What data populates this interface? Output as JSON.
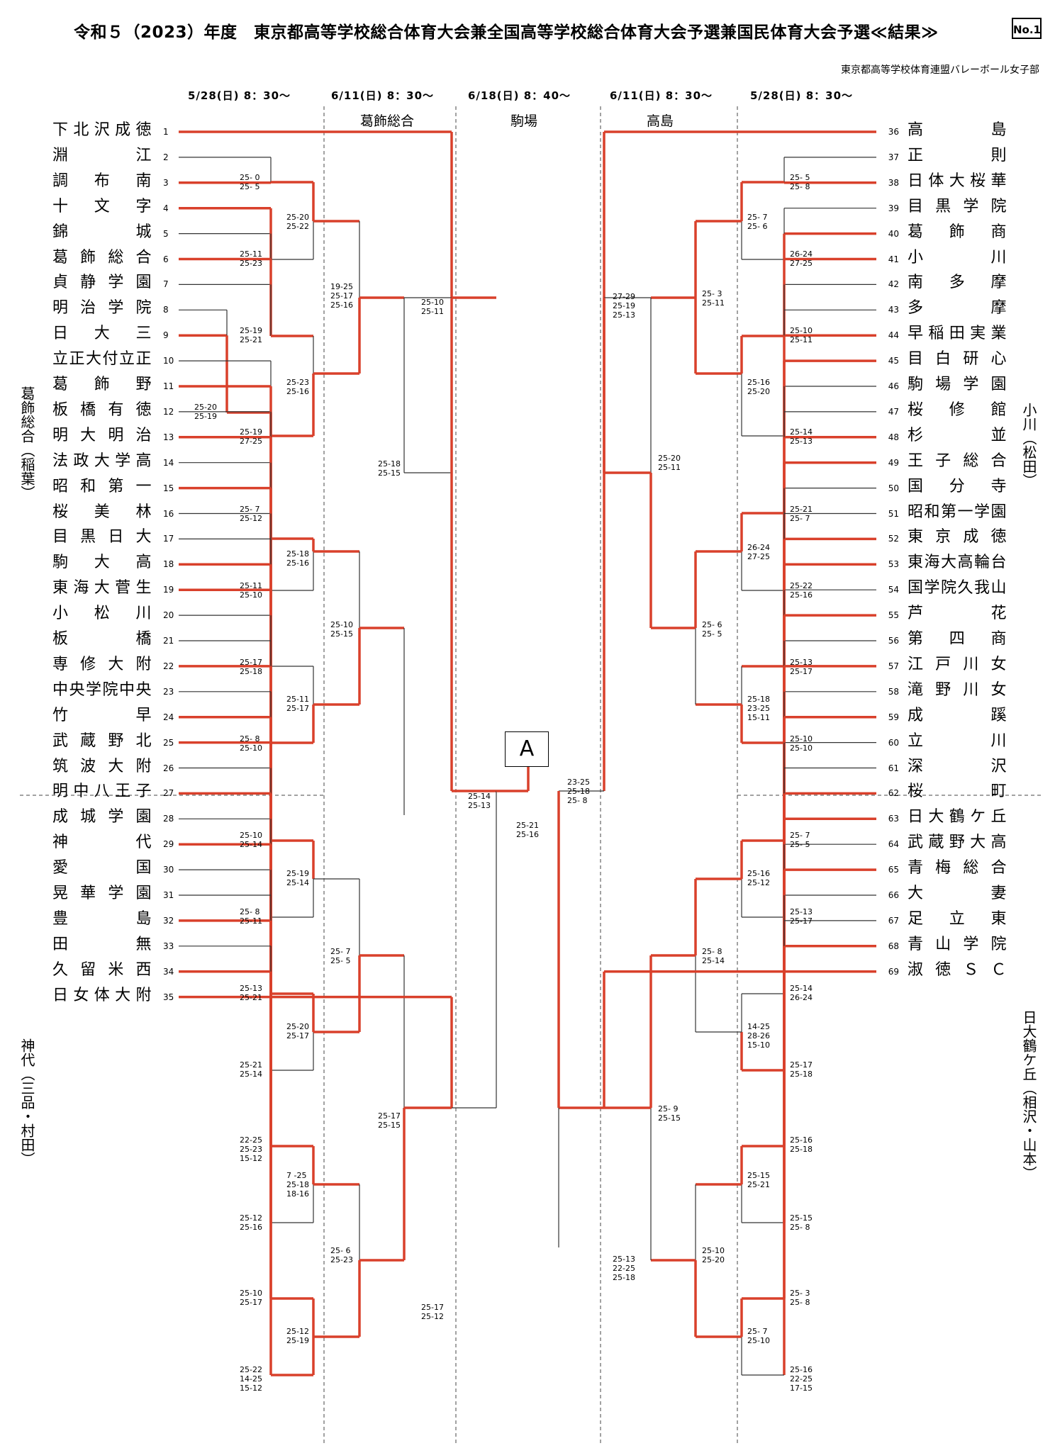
{
  "header": {
    "title": "令和５（2023）年度　東京都高等学校総合体育大会兼全国高等学校総合体育大会予選兼国民体育大会予選≪結果≫",
    "page_no": "No.1",
    "organizer": "東京都高等学校体育連盟バレーボール女子部"
  },
  "dates": [
    "5/28(日) 8：30～",
    "6/11(日) 8：30～",
    "6/18(日) 8：40～",
    "6/11(日) 8：30～",
    "5/28(日) 8：30～"
  ],
  "venues": [
    "葛飾総合",
    "駒場",
    "高島"
  ],
  "final_box": "A",
  "side_labels": {
    "left_top": "葛飾総合（稲葉）",
    "left_bottom": "神代（三品・村田）",
    "right_top": "小川（松田）",
    "right_bottom": "日大鶴ケ丘（相沢・山本）"
  },
  "left_teams": [
    {
      "no": "1",
      "name": "下北沢成徳"
    },
    {
      "no": "2",
      "name": "淵江"
    },
    {
      "no": "3",
      "name": "調布南"
    },
    {
      "no": "4",
      "name": "十文字"
    },
    {
      "no": "5",
      "name": "錦城"
    },
    {
      "no": "6",
      "name": "葛飾総合"
    },
    {
      "no": "7",
      "name": "貞静学園"
    },
    {
      "no": "8",
      "name": "明治学院"
    },
    {
      "no": "9",
      "name": "日大三"
    },
    {
      "no": "10",
      "name": "立正大付立正"
    },
    {
      "no": "11",
      "name": "葛飾野"
    },
    {
      "no": "12",
      "name": "板橋有徳"
    },
    {
      "no": "13",
      "name": "明大明治"
    },
    {
      "no": "14",
      "name": "法政大学高"
    },
    {
      "no": "15",
      "name": "昭和第一"
    },
    {
      "no": "16",
      "name": "桜美林"
    },
    {
      "no": "17",
      "name": "目黒日大"
    },
    {
      "no": "18",
      "name": "駒大高"
    },
    {
      "no": "19",
      "name": "東海大菅生"
    },
    {
      "no": "20",
      "name": "小松川"
    },
    {
      "no": "21",
      "name": "板橋"
    },
    {
      "no": "22",
      "name": "専修大附"
    },
    {
      "no": "23",
      "name": "中央学院中央"
    },
    {
      "no": "24",
      "name": "竹早"
    },
    {
      "no": "25",
      "name": "武蔵野北"
    },
    {
      "no": "26",
      "name": "筑波大附"
    },
    {
      "no": "27",
      "name": "明中八王子"
    },
    {
      "no": "28",
      "name": "成城学園"
    },
    {
      "no": "29",
      "name": "神代"
    },
    {
      "no": "30",
      "name": "愛国"
    },
    {
      "no": "31",
      "name": "晃華学園"
    },
    {
      "no": "32",
      "name": "豊島"
    },
    {
      "no": "33",
      "name": "田無"
    },
    {
      "no": "34",
      "name": "久留米西"
    },
    {
      "no": "35",
      "name": "日女体大附"
    }
  ],
  "right_teams": [
    {
      "no": "36",
      "name": "高島"
    },
    {
      "no": "37",
      "name": "正則"
    },
    {
      "no": "38",
      "name": "日体大桜華"
    },
    {
      "no": "39",
      "name": "目黒学院"
    },
    {
      "no": "40",
      "name": "葛飾商"
    },
    {
      "no": "41",
      "name": "小川"
    },
    {
      "no": "42",
      "name": "南多摩"
    },
    {
      "no": "43",
      "name": "多摩"
    },
    {
      "no": "44",
      "name": "早稲田実業"
    },
    {
      "no": "45",
      "name": "目白研心"
    },
    {
      "no": "46",
      "name": "駒場学園"
    },
    {
      "no": "47",
      "name": "桜修館"
    },
    {
      "no": "48",
      "name": "杉並"
    },
    {
      "no": "49",
      "name": "王子総合"
    },
    {
      "no": "50",
      "name": "国分寺"
    },
    {
      "no": "51",
      "name": "昭和第一学園"
    },
    {
      "no": "52",
      "name": "東京成徳"
    },
    {
      "no": "53",
      "name": "東海大高輪台"
    },
    {
      "no": "54",
      "name": "国学院久我山"
    },
    {
      "no": "55",
      "name": "芦花"
    },
    {
      "no": "56",
      "name": "第四商"
    },
    {
      "no": "57",
      "name": "江戸川女"
    },
    {
      "no": "58",
      "name": "滝野川女"
    },
    {
      "no": "59",
      "name": "成蹊"
    },
    {
      "no": "60",
      "name": "立川"
    },
    {
      "no": "61",
      "name": "深沢"
    },
    {
      "no": "62",
      "name": "桜町"
    },
    {
      "no": "63",
      "name": "日大鶴ケ丘"
    },
    {
      "no": "64",
      "name": "武蔵野大高"
    },
    {
      "no": "65",
      "name": "青梅総合"
    },
    {
      "no": "66",
      "name": "大妻"
    },
    {
      "no": "67",
      "name": "足立東"
    },
    {
      "no": "68",
      "name": "青山学院"
    },
    {
      "no": "69",
      "name": "淑徳ＳＣ"
    }
  ],
  "left_scores": [
    "25- 0\n25- 5",
    "25-11\n25-23",
    "25-19\n25-21",
    "25-20\n25-19",
    "25-19\n27-25",
    "25- 7\n25-12",
    "25-11\n25-10",
    "25-17\n25-18",
    "25- 8\n25-10",
    "25-10\n25-14",
    "25- 8\n25-11",
    "25-13\n25-21",
    "25-21\n25-14",
    "22-25\n25-23\n15-12",
    "25-12\n25-16",
    "25-10\n25-17",
    "25-22\n14-25\n15-12",
    "25-20\n25-22",
    "25-23\n25-16",
    "25-18\n25-16",
    "25-11\n25-17",
    "25-19\n25-14",
    "25-20\n25-17",
    "7 -25\n25-18\n18-16",
    "25-12\n25-19",
    "19-25\n25-17\n25-16",
    "25-10\n25-15",
    "25- 7\n25- 5",
    "25- 6\n25-23",
    "25-18\n25-15",
    "25-17\n25-15",
    "25-10\n25-11",
    "25-17\n25-12",
    "25-14\n25-13"
  ],
  "right_scores": [
    "25- 5\n25- 8",
    "26-24\n27-25",
    "25-10\n25-11",
    "25-14\n25-13",
    "25-21\n25- 7",
    "25-22\n25-16",
    "25-13\n25-17",
    "25-10\n25-10",
    "25- 7\n25- 5",
    "25-13\n25-17",
    "25-14\n26-24",
    "25-17\n25-18",
    "25-16\n25-18",
    "25-15\n25- 8",
    "25- 3\n25- 8",
    "25-16\n22-25\n17-15",
    "25- 7\n25- 6",
    "25-16\n25-20",
    "26-24\n27-25",
    "25-18\n23-25\n15-11",
    "25-16\n25-12",
    "14-25\n28-26\n15-10",
    "25-15\n25-21",
    "25- 7\n25-10",
    "25- 3\n25-11",
    "25- 6\n25- 5",
    "25- 8\n25-14",
    "25-10\n25-20",
    "25-20\n25-11",
    "25- 9\n25-15",
    "27-29\n25-19\n25-13",
    "25-13\n22-25\n25-18",
    "23-25\n25-18\n25- 8"
  ],
  "final_score": "25-21\n25-16"
}
